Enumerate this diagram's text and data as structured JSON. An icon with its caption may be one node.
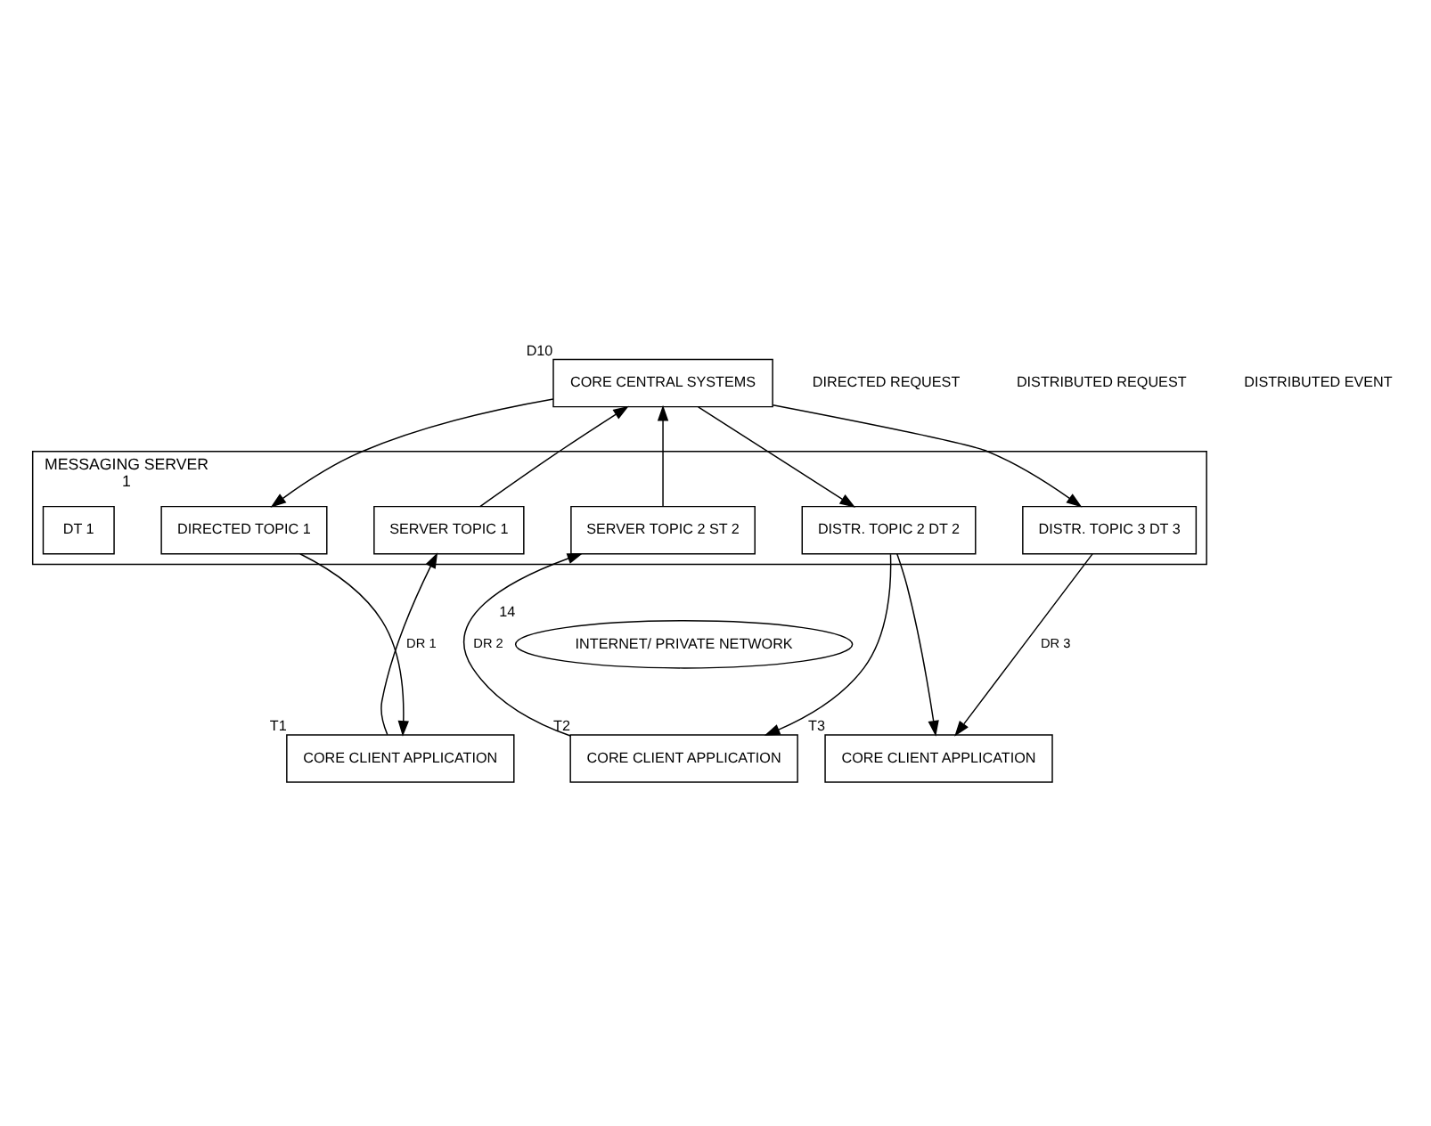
{
  "diagram": {
    "nodes": [
      {
        "text": [
          "CORE CENTRAL SYSTEMS"
        ],
        "beside": [
          "D10"
        ]
      },
      {
        "text": [
          "MESSAGING SERVER"
        ],
        "beside": [
          "1"
        ]
      },
      {
        "text": [
          "DT 1"
        ],
        "in": 1
      },
      {
        "text": [
          "DIRECTED TOPIC 1"
        ],
        "in": 1
      },
      {
        "text": [
          "SERVER TOPIC 1"
        ],
        "in": 1
      },
      {
        "text": [
          "SERVER TOPIC 2 ST 2"
        ],
        "in": 1
      },
      {
        "text": [
          "DISTR. TOPIC 2 DT 2"
        ],
        "in": 1
      },
      {
        "text": [
          "DISTR. TOPIC 3 DT 3"
        ],
        "in": 1
      },
      {
        "text": [
          "INTERNET/ PRIVATE NETWORK"
        ],
        "beside": [
          "14"
        ]
      },
      {
        "text": [
          "CORE CLIENT APPLICATION"
        ],
        "beside": [
          "T1"
        ]
      },
      {
        "text": [
          "CORE CLIENT APPLICATION"
        ],
        "beside": [
          "T2"
        ]
      },
      {
        "text": [
          "CORE CLIENT APPLICATION"
        ],
        "beside": [
          "T3"
        ]
      }
    ],
    "edges": [
      {
        "from": 0,
        "to": 3,
        "arrow": "to"
      },
      {
        "from": 3,
        "to": 9,
        "arrow": "to"
      },
      {
        "from": 9,
        "to": 4,
        "arrow": "to",
        "label": "DR 1"
      },
      {
        "from": 4,
        "to": 0,
        "arrow": "to"
      },
      {
        "from": 10,
        "to": 5,
        "arrow": "to",
        "label": "DR 2"
      },
      {
        "from": 5,
        "to": 0,
        "arrow": "to"
      },
      {
        "from": 0,
        "to": 6,
        "arrow": "to"
      },
      {
        "from": 6,
        "to": 10,
        "arrow": "to"
      },
      {
        "from": 6,
        "to": 11,
        "arrow": "to"
      },
      {
        "from": 0,
        "to": 7,
        "arrow": "to"
      },
      {
        "from": 7,
        "to": 11,
        "arrow": "to",
        "label": "DR 3"
      }
    ],
    "labels": [
      "DIRECTED REQUEST",
      "DISTRIBUTED REQUEST",
      "DISTRIBUTED EVENT"
    ]
  }
}
